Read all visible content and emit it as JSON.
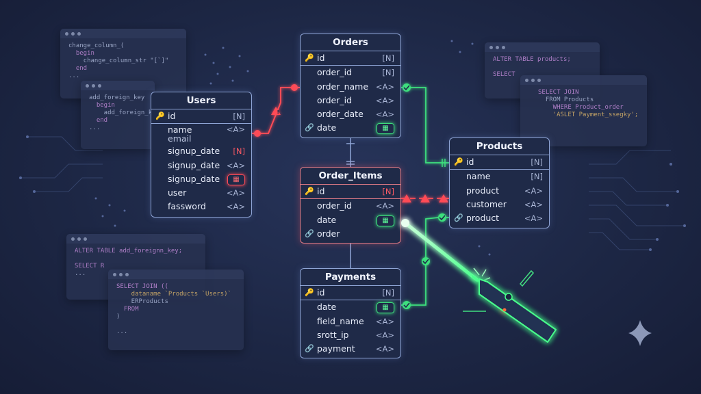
{
  "code_windows": [
    {
      "lines": [
        "change_column_(",
        "  begin",
        "    change_column_str \"[`]\"",
        "  end",
        "..."
      ]
    },
    {
      "lines": [
        "add_foreign_key",
        "  begin",
        "    add_foreign_k",
        "  end",
        "..."
      ]
    },
    {
      "lines": [
        "ALTER TABLE products;",
        "",
        "SELECT"
      ]
    },
    {
      "lines": [
        "SELECT JOIN",
        "  FROM Products",
        "    WHERE Product_order",
        "    'ASLET Payment_ssegky';"
      ]
    },
    {
      "lines": [
        "ALTER TABLE add_foreignn_key;",
        "",
        "SELECT R",
        "..."
      ]
    },
    {
      "lines": [
        "SELECT JOIN ((",
        "    dataname `Products `Users)`",
        "    ERProducts",
        "  FROM",
        ")",
        "",
        "..."
      ]
    }
  ],
  "tables": {
    "orders": {
      "title": "Orders",
      "rows": [
        {
          "name": "id",
          "type": "[N]",
          "icon": "key"
        },
        {
          "name": "order_id",
          "type": "[N]"
        },
        {
          "name": "order_name",
          "type": "<A>"
        },
        {
          "name": "order_id",
          "type": "<A>"
        },
        {
          "name": "order_date",
          "type": "<A>"
        },
        {
          "name": "date",
          "type": "calendar",
          "icon": "link"
        }
      ]
    },
    "users": {
      "title": "Users",
      "rows": [
        {
          "name": "id",
          "type": "[N]",
          "icon": "key"
        },
        {
          "name": "name",
          "sub": "email",
          "type": "<A>"
        },
        {
          "name": "signup_date",
          "type": "[N]"
        },
        {
          "name": "signup_date",
          "type": "<A>"
        },
        {
          "name": "signup_date",
          "type": "calendar"
        },
        {
          "name": "user",
          "type": "<A>"
        },
        {
          "name": "fassword",
          "type": "<A>"
        }
      ]
    },
    "order_items": {
      "title": "Order_Items",
      "rows": [
        {
          "name": "id",
          "type": "[N]",
          "icon": "key"
        },
        {
          "name": "order_id",
          "type": "<A>"
        },
        {
          "name": "date",
          "type": "calendar"
        },
        {
          "name": "order",
          "type": "",
          "icon": "link"
        }
      ]
    },
    "products": {
      "title": "Products",
      "rows": [
        {
          "name": "id",
          "type": "[N]",
          "icon": "key"
        },
        {
          "name": "name",
          "type": "[N]"
        },
        {
          "name": "product",
          "type": "<A>"
        },
        {
          "name": "customer",
          "type": "<A>"
        },
        {
          "name": "product",
          "type": "<A>",
          "icon": "link"
        }
      ]
    },
    "payments": {
      "title": "Payments",
      "rows": [
        {
          "name": "id",
          "type": "[N]",
          "icon": "key"
        },
        {
          "name": "date",
          "type": "calendar"
        },
        {
          "name": "field_name",
          "type": "<A>"
        },
        {
          "name": "srott_ip",
          "type": "<A>"
        },
        {
          "name": "payment",
          "type": "<A>",
          "icon": "link"
        }
      ]
    }
  },
  "colors": {
    "ok": "#3ee07d",
    "error": "#ff4b57",
    "border": "#8fa5d6",
    "laser": "#49ff8c"
  }
}
